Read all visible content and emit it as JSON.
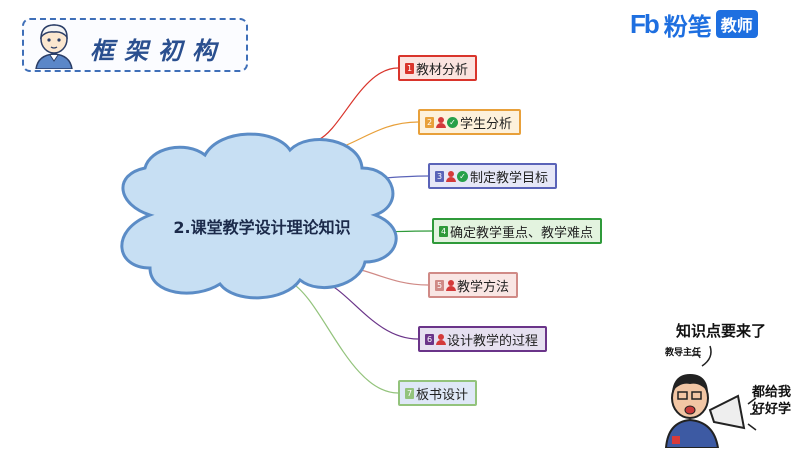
{
  "header": {
    "title": "框架初构"
  },
  "brand": {
    "logo_mark": "Fb",
    "name": "粉笔",
    "tag": "教师"
  },
  "mindmap": {
    "center": "2.课堂教学设计理论知识",
    "branches": [
      {
        "number": "1",
        "label": "教材分析",
        "person": false,
        "check": false,
        "border": "#d9342b",
        "fill": "#fbe3df",
        "num_color": "#d9342b"
      },
      {
        "number": "2",
        "label": "学生分析",
        "person": true,
        "check": true,
        "border": "#e8a03a",
        "fill": "#fdf1dc",
        "num_color": "#e8a03a"
      },
      {
        "number": "3",
        "label": "制定教学目标",
        "person": true,
        "check": true,
        "border": "#5a63b8",
        "fill": "#e6e7f7",
        "num_color": "#5a63b8"
      },
      {
        "number": "4",
        "label": "确定教学重点、教学难点",
        "person": false,
        "check": false,
        "border": "#2f9a3a",
        "fill": "#e3f3df",
        "num_color": "#2f9a3a"
      },
      {
        "number": "5",
        "label": "教学方法",
        "person": true,
        "check": false,
        "border": "#d08a86",
        "fill": "#f9e6e4",
        "num_color": "#d08a86"
      },
      {
        "number": "6",
        "label": "设计教学的过程",
        "person": true,
        "check": false,
        "border": "#6a3489",
        "fill": "#e6e0f0",
        "num_color": "#6a3489"
      },
      {
        "number": "7",
        "label": "板书设计",
        "person": false,
        "check": false,
        "border": "#93c37c",
        "fill": "#dfe8f7",
        "num_color": "#93c37c"
      }
    ]
  },
  "cartoon": {
    "speech_main": "知识点要来了",
    "name_tag": "教导主任",
    "shout": "都给我好好学"
  },
  "colors": {
    "cloud_fill": "#c7dff3",
    "cloud_stroke": "#5b8cc6",
    "brand_blue": "#1e6fe0"
  },
  "icons": [
    "teacher-avatar-icon",
    "person-icon",
    "check-icon",
    "megaphone-icon"
  ]
}
